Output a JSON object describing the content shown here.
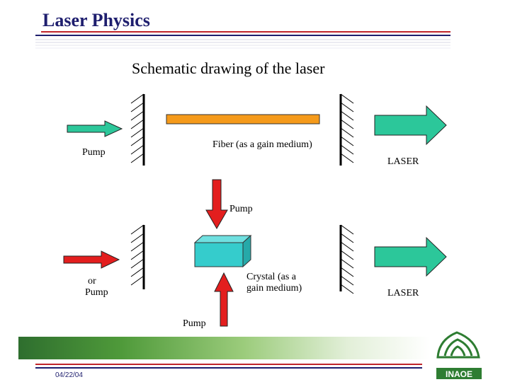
{
  "slide": {
    "title": "Laser Physics",
    "subtitle": "Schematic drawing of the laser",
    "date": "04/22/04"
  },
  "fiber_setup": {
    "pump_label": "Pump",
    "medium_label": "Fiber (as a gain medium)",
    "output_label": "LASER"
  },
  "crystal_setup": {
    "side_pump_label_1": "or",
    "side_pump_label_2": "Pump",
    "top_pump_label": "Pump",
    "bottom_pump_label": "Pump",
    "medium_label_1": "Crystal (as a",
    "medium_label_2": "gain medium)",
    "output_label": "LASER"
  },
  "colors": {
    "title": "#1e1e6e",
    "rule_red": "#c0252a",
    "rule_navy": "#1e1e6e",
    "pump_green": "#2cc79a",
    "pump_red": "#e31e1e",
    "fiber": "#f59a1a",
    "crystal": "#35cccc",
    "laser_green": "#2cc79a"
  },
  "icons": [
    "mirror-icon",
    "arrow-right-icon",
    "arrow-down-icon",
    "arrow-up-icon",
    "logo-icon"
  ]
}
